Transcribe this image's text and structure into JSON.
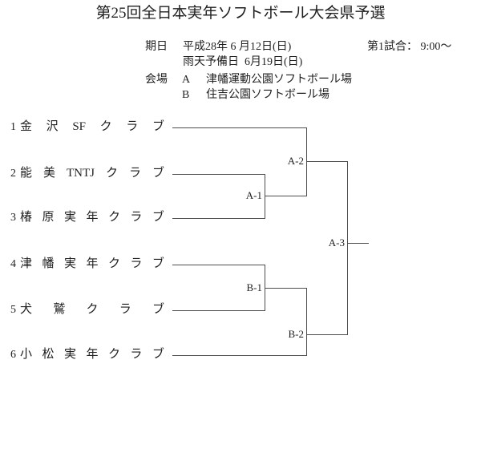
{
  "title": "第25回全日本実年ソフトボール大会県予選",
  "info": {
    "date_label": "期日",
    "date_value": "平成28年 6 月12日(日)",
    "first_game": "第1試合： 9:00～",
    "rain_date": "雨天予備日  6月19日(日)",
    "venue_label": "会場",
    "venue_a_key": "A",
    "venue_a_name": "津幡運動公園ソフトボール場",
    "venue_b_key": "B",
    "venue_b_name": "住吉公園ソフトボール場"
  },
  "teams": [
    {
      "seed": "1",
      "name": "金 沢 SF ク ラ ブ"
    },
    {
      "seed": "2",
      "name": "能 美 TNTJ ク ラ ブ"
    },
    {
      "seed": "3",
      "name": "椿 原 実 年 ク ラ ブ"
    },
    {
      "seed": "4",
      "name": "津 幡 実 年 ク ラ ブ"
    },
    {
      "seed": "5",
      "name": "犬 鷲 ク ラ ブ"
    },
    {
      "seed": "6",
      "name": "小 松 実 年 ク ラ ブ"
    }
  ],
  "matches": {
    "a1": "A-1",
    "a2": "A-2",
    "a3": "A-3",
    "b1": "B-1",
    "b2": "B-2"
  },
  "colors": {
    "line": "#4d4d4d",
    "text": "#1f1f1f",
    "background": "#ffffff"
  }
}
